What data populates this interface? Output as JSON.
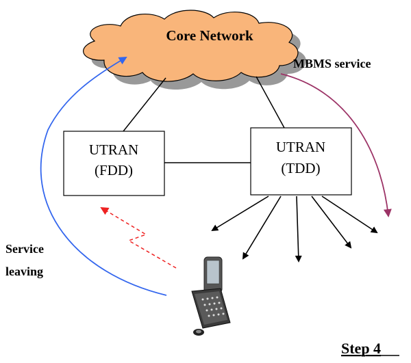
{
  "core_network": {
    "label": "Core Network",
    "fill": "#f9b57a",
    "shadow": "#999999"
  },
  "mbms": {
    "label": "MBMS service",
    "arrow_color": "#9c3366"
  },
  "utran_fdd": {
    "line1": "UTRAN",
    "line2": "(FDD)"
  },
  "utran_tdd": {
    "line1": "UTRAN",
    "line2": "(TDD)"
  },
  "service_leaving": {
    "line1": "Service",
    "line2": "leaving",
    "arrow_color": "#3366ee"
  },
  "handover": {
    "arrow_color": "#ee2222"
  },
  "step": {
    "label": "Step 4"
  }
}
